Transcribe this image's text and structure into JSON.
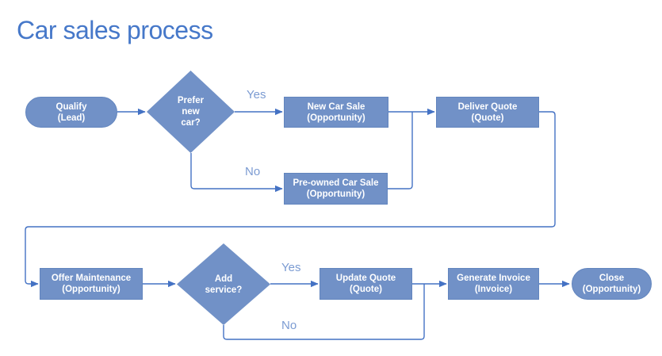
{
  "title": "Car sales process",
  "nodes": {
    "qualify": {
      "line1": "Qualify",
      "line2": "(Lead)"
    },
    "prefer": {
      "line1": "Prefer",
      "line2": "new",
      "line3": "car?"
    },
    "newcar": {
      "line1": "New Car Sale",
      "line2": "(Opportunity)"
    },
    "preowned": {
      "line1": "Pre-owned Car Sale",
      "line2": "(Opportunity)"
    },
    "deliver": {
      "line1": "Deliver Quote",
      "line2": "(Quote)"
    },
    "offer": {
      "line1": "Offer Maintenance",
      "line2": "(Opportunity)"
    },
    "addservice": {
      "line1": "Add",
      "line2": "service?"
    },
    "update": {
      "line1": "Update Quote",
      "line2": "(Quote)"
    },
    "invoice": {
      "line1": "Generate Invoice",
      "line2": "(Invoice)"
    },
    "close": {
      "line1": "Close",
      "line2": "(Opportunity)"
    }
  },
  "edge_labels": {
    "yes1": "Yes",
    "no1": "No",
    "yes2": "Yes",
    "no2": "No"
  },
  "colors": {
    "shape_fill": "#7191C7",
    "shape_border": "#6285BE",
    "connector": "#4472C4",
    "edge_label": "#7B9BD2",
    "title_color": "#4678C9",
    "page_bg": "#FFFFFF"
  }
}
